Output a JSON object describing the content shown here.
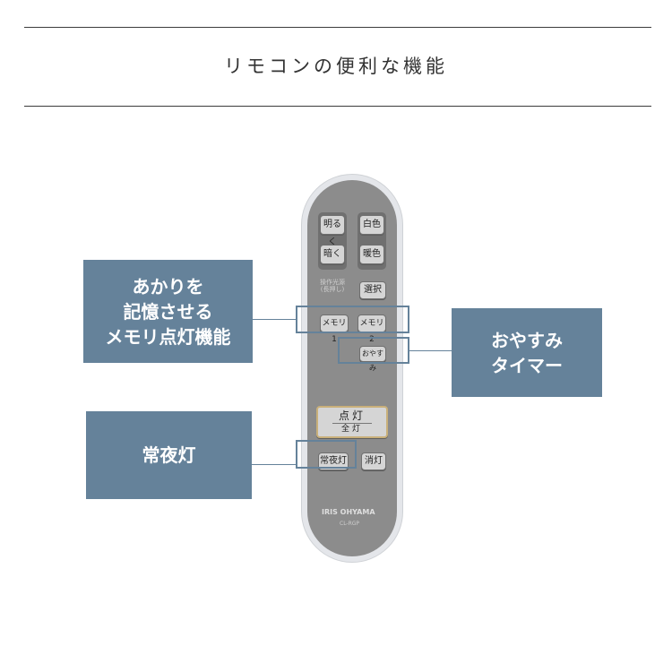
{
  "title": "リモコンの便利な機能",
  "remote": {
    "brighter": "明るく",
    "darker": "暗く",
    "white_light": "白色",
    "warm_light": "暖色",
    "operation_label_1": "操作光源",
    "operation_label_2": "(長押し)",
    "select": "選択",
    "memory1": "メモリ1",
    "memory2": "メモリ2",
    "sleep": "おやすみ",
    "light_on": "点灯",
    "all_on": "全灯",
    "night_light": "常夜灯",
    "off": "消灯",
    "brand": "IRIS OHYAMA",
    "model": "CL-RGP"
  },
  "callouts": {
    "memory": [
      "あかりを",
      "記憶させる",
      "メモリ点灯機能"
    ],
    "sleep_timer": [
      "おやすみ",
      "タイマー"
    ],
    "night_light": "常夜灯"
  },
  "colors": {
    "callout": "#65829a",
    "remote_face": "#8c8c8c",
    "remote_body": "#e4e6ea"
  }
}
